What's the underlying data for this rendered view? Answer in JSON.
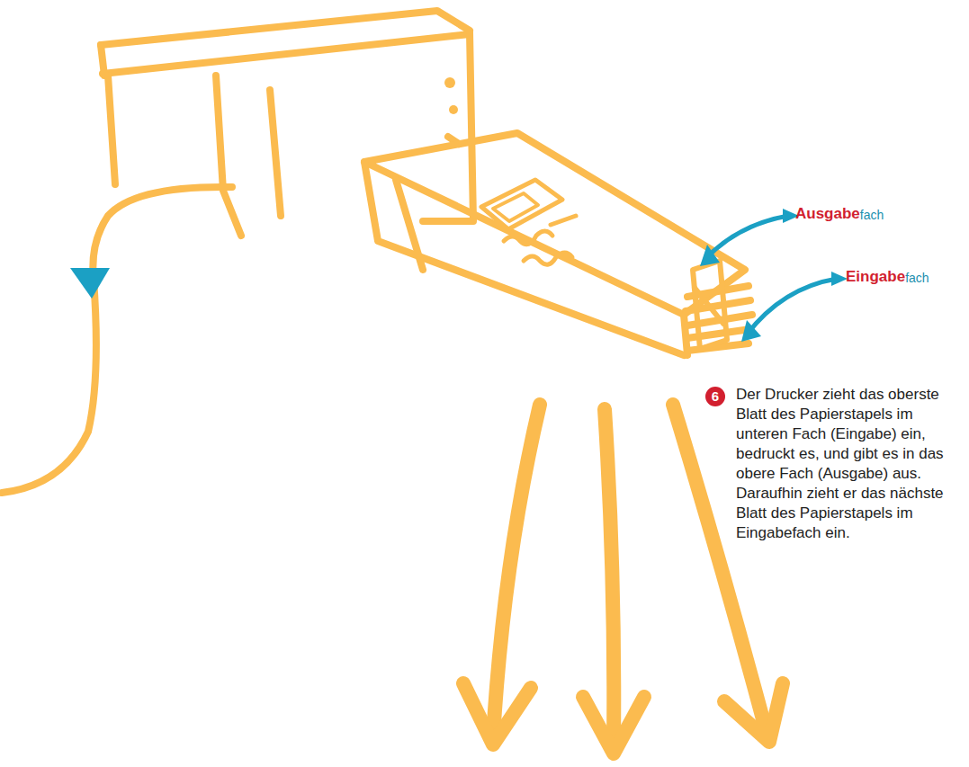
{
  "diagram": {
    "labels": [
      "Ausgabe",
      "fach",
      "Eingabe",
      "fach",
      "6",
      "Der Drucker zieht das oberste Blatt des Papierstapels im unteren Fach (Eingabe) ein, bedruckt es, und gibt es in das obere Fach (Ausgabe) aus. Daraufhin zieht er das nächste Blatt des Papierstapels im Eingabefach ein."
    ]
  }
}
